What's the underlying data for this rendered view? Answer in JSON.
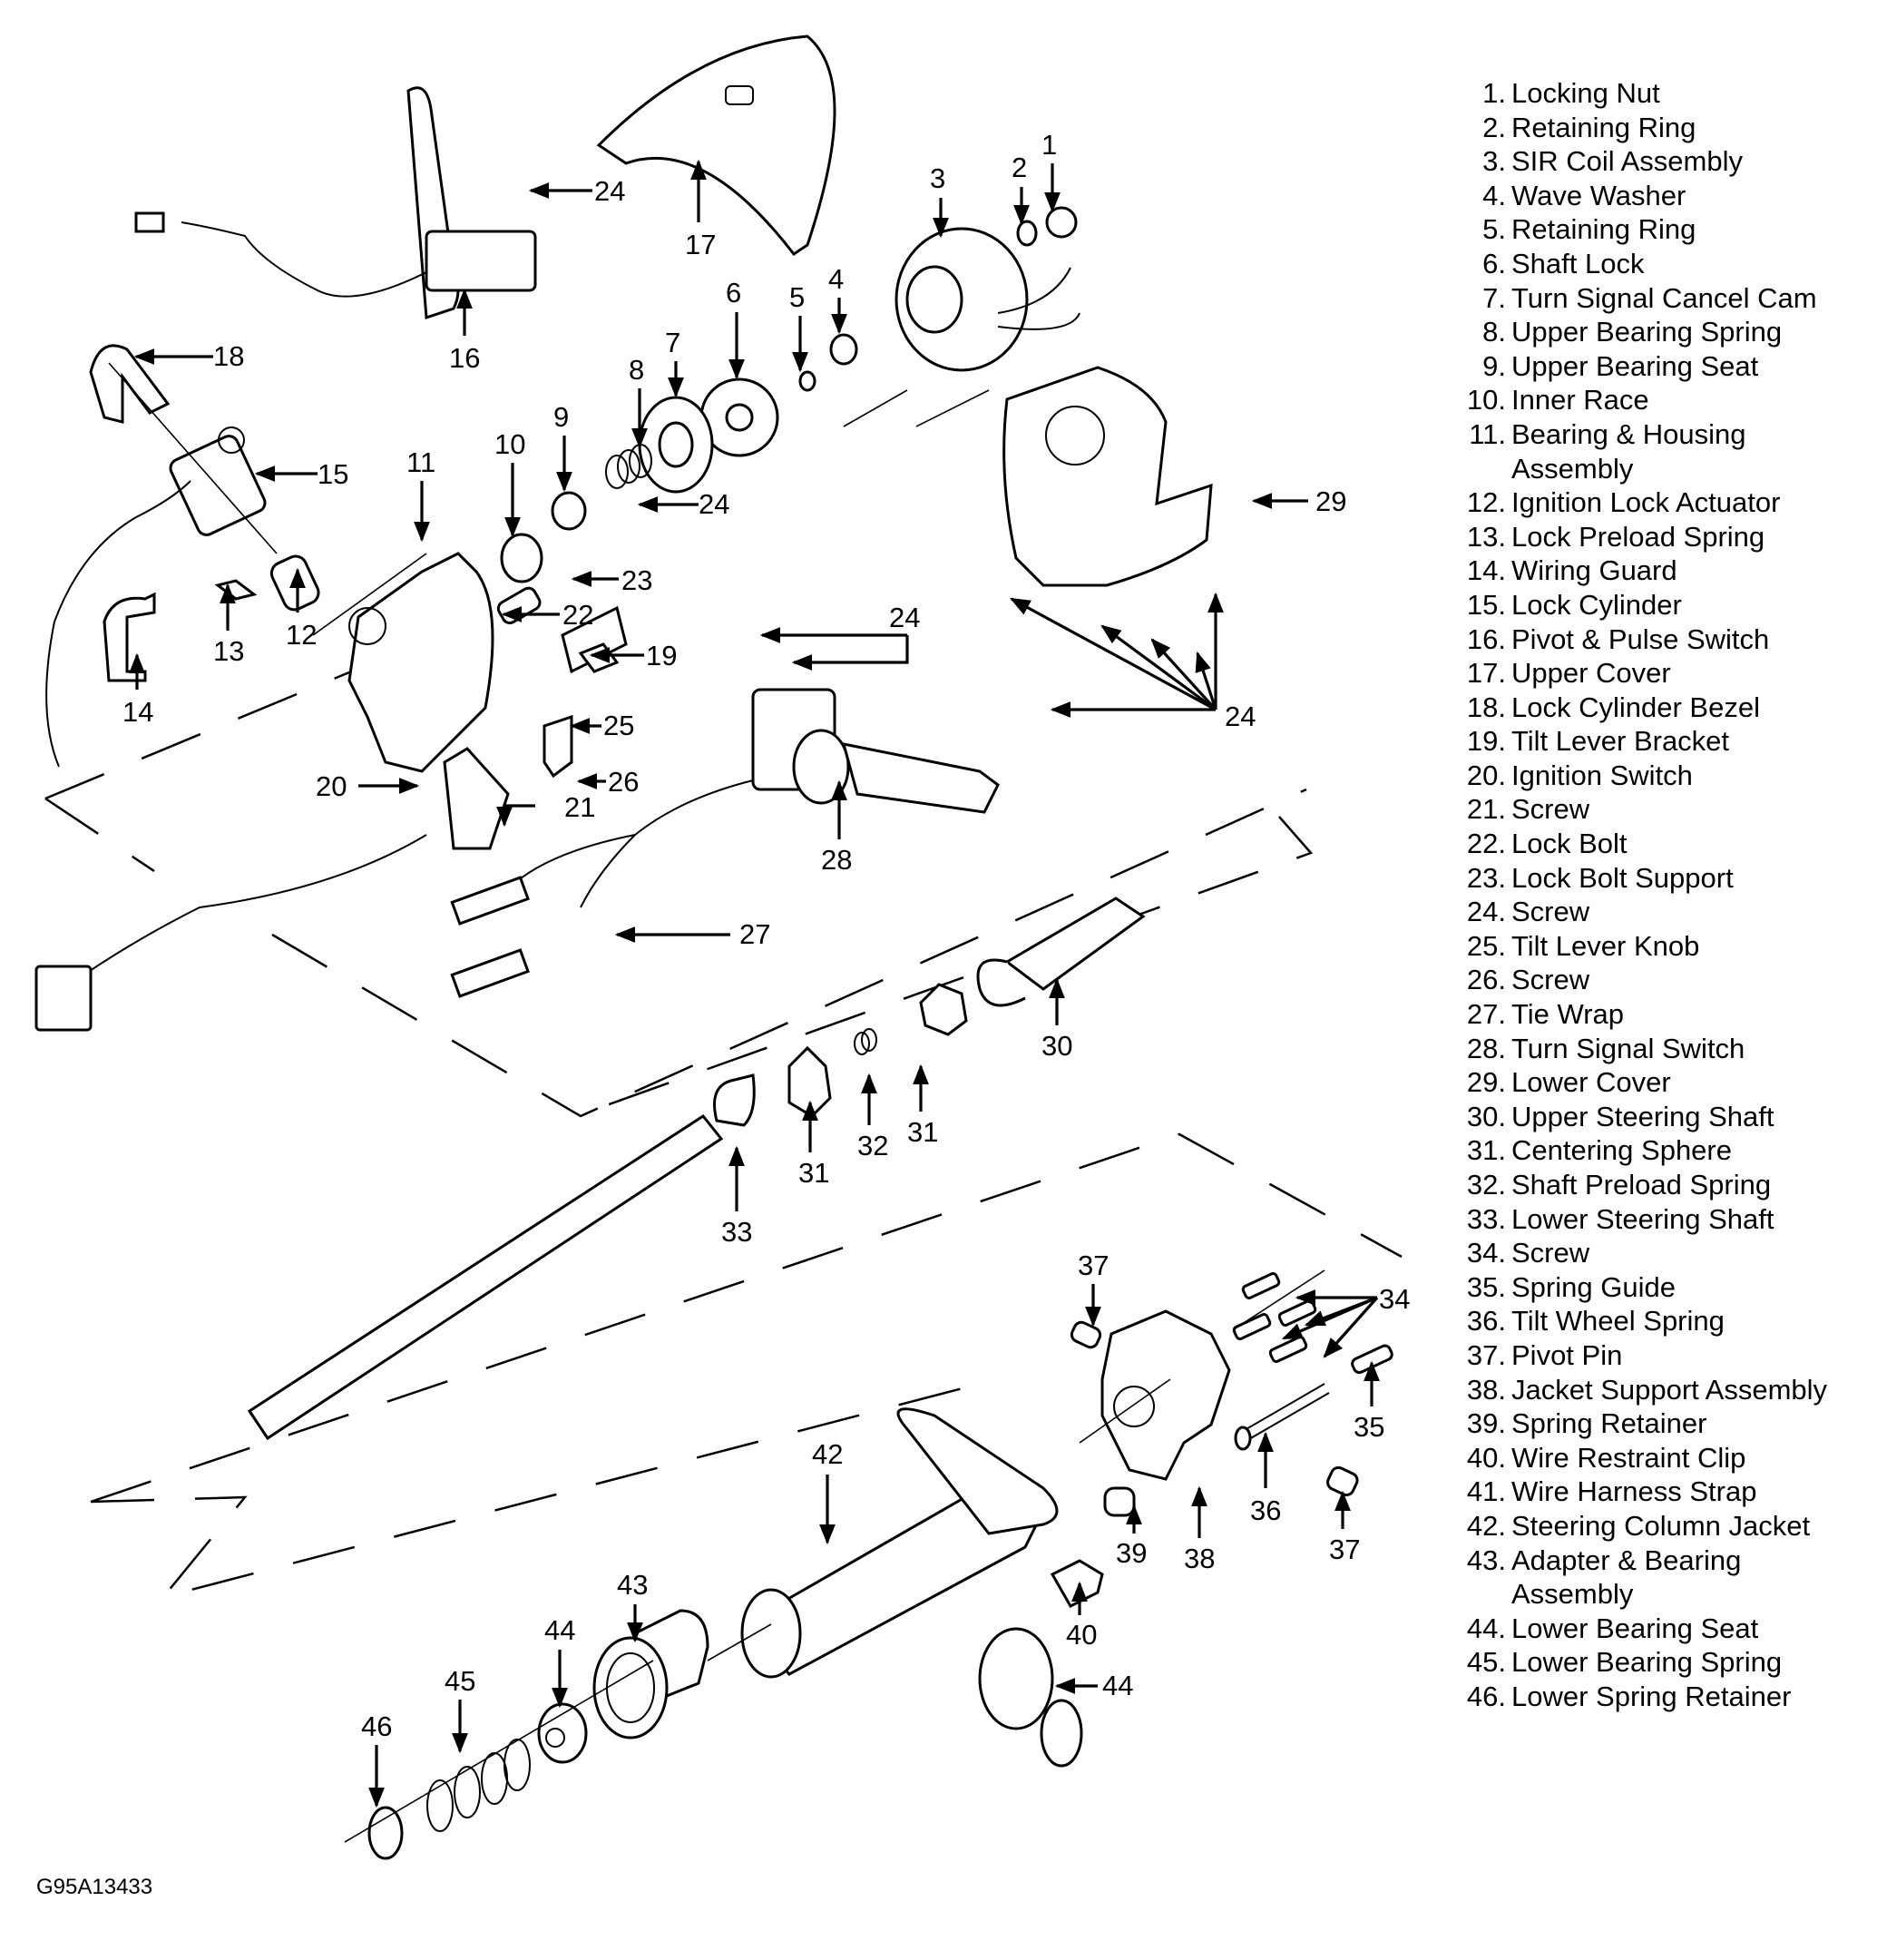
{
  "figure": {
    "id": "G95A13433",
    "type": "exploded-view parts diagram",
    "subject": "Tilt steering column components"
  },
  "legend": [
    {
      "num": "1.",
      "label": "Locking Nut"
    },
    {
      "num": "2.",
      "label": "Retaining Ring"
    },
    {
      "num": "3.",
      "label": "SIR Coil Assembly"
    },
    {
      "num": "4.",
      "label": "Wave Washer"
    },
    {
      "num": "5.",
      "label": "Retaining Ring"
    },
    {
      "num": "6.",
      "label": "Shaft Lock"
    },
    {
      "num": "7.",
      "label": "Turn Signal Cancel Cam"
    },
    {
      "num": "8.",
      "label": "Upper Bearing Spring"
    },
    {
      "num": "9.",
      "label": "Upper Bearing Seat"
    },
    {
      "num": "10.",
      "label": "Inner Race"
    },
    {
      "num": "11.",
      "label": "Bearing & Housing Assembly"
    },
    {
      "num": "12.",
      "label": "Ignition Lock Actuator"
    },
    {
      "num": "13.",
      "label": "Lock Preload Spring"
    },
    {
      "num": "14.",
      "label": "Wiring Guard"
    },
    {
      "num": "15.",
      "label": "Lock Cylinder"
    },
    {
      "num": "16.",
      "label": "Pivot & Pulse Switch"
    },
    {
      "num": "17.",
      "label": "Upper Cover"
    },
    {
      "num": "18.",
      "label": "Lock Cylinder Bezel"
    },
    {
      "num": "19.",
      "label": "Tilt Lever Bracket"
    },
    {
      "num": "20.",
      "label": "Ignition Switch"
    },
    {
      "num": "21.",
      "label": "Screw"
    },
    {
      "num": "22.",
      "label": "Lock Bolt"
    },
    {
      "num": "23.",
      "label": "Lock Bolt Support"
    },
    {
      "num": "24.",
      "label": "Screw"
    },
    {
      "num": "25.",
      "label": "Tilt Lever Knob"
    },
    {
      "num": "26.",
      "label": "Screw"
    },
    {
      "num": "27.",
      "label": "Tie Wrap"
    },
    {
      "num": "28.",
      "label": "Turn Signal Switch"
    },
    {
      "num": "29.",
      "label": "Lower Cover"
    },
    {
      "num": "30.",
      "label": "Upper Steering Shaft"
    },
    {
      "num": "31.",
      "label": "Centering Sphere"
    },
    {
      "num": "32.",
      "label": "Shaft Preload Spring"
    },
    {
      "num": "33.",
      "label": "Lower Steering Shaft"
    },
    {
      "num": "34.",
      "label": "Screw"
    },
    {
      "num": "35.",
      "label": "Spring Guide"
    },
    {
      "num": "36.",
      "label": "Tilt Wheel Spring"
    },
    {
      "num": "37.",
      "label": "Pivot Pin"
    },
    {
      "num": "38.",
      "label": "Jacket Support Assembly"
    },
    {
      "num": "39.",
      "label": "Spring Retainer"
    },
    {
      "num": "40.",
      "label": "Wire Restraint Clip"
    },
    {
      "num": "41.",
      "label": "Wire Harness Strap"
    },
    {
      "num": "42.",
      "label": "Steering Column Jacket"
    },
    {
      "num": "43.",
      "label": "Adapter & Bearing Assembly"
    },
    {
      "num": "44.",
      "label": "Lower Bearing Seat"
    },
    {
      "num": "45.",
      "label": "Lower Bearing Spring"
    },
    {
      "num": "46.",
      "label": "Lower Spring Retainer"
    }
  ],
  "callouts": [
    {
      "text": "1"
    },
    {
      "text": "2"
    },
    {
      "text": "3"
    },
    {
      "text": "4"
    },
    {
      "text": "5"
    },
    {
      "text": "6"
    },
    {
      "text": "7"
    },
    {
      "text": "8"
    },
    {
      "text": "9"
    },
    {
      "text": "10"
    },
    {
      "text": "11"
    },
    {
      "text": "12"
    },
    {
      "text": "13"
    },
    {
      "text": "14"
    },
    {
      "text": "15"
    },
    {
      "text": "16"
    },
    {
      "text": "17"
    },
    {
      "text": "18"
    },
    {
      "text": "19"
    },
    {
      "text": "20"
    },
    {
      "text": "21"
    },
    {
      "text": "22"
    },
    {
      "text": "23"
    },
    {
      "text": "24"
    },
    {
      "text": "24"
    },
    {
      "text": "24"
    },
    {
      "text": "24"
    },
    {
      "text": "25"
    },
    {
      "text": "26"
    },
    {
      "text": "27"
    },
    {
      "text": "28"
    },
    {
      "text": "29"
    },
    {
      "text": "30"
    },
    {
      "text": "31"
    },
    {
      "text": "31"
    },
    {
      "text": "32"
    },
    {
      "text": "33"
    },
    {
      "text": "34"
    },
    {
      "text": "35"
    },
    {
      "text": "36"
    },
    {
      "text": "37"
    },
    {
      "text": "37"
    },
    {
      "text": "38"
    },
    {
      "text": "39"
    },
    {
      "text": "40"
    },
    {
      "text": "42"
    },
    {
      "text": "43"
    },
    {
      "text": "44"
    },
    {
      "text": "44"
    },
    {
      "text": "45"
    },
    {
      "text": "46"
    }
  ]
}
